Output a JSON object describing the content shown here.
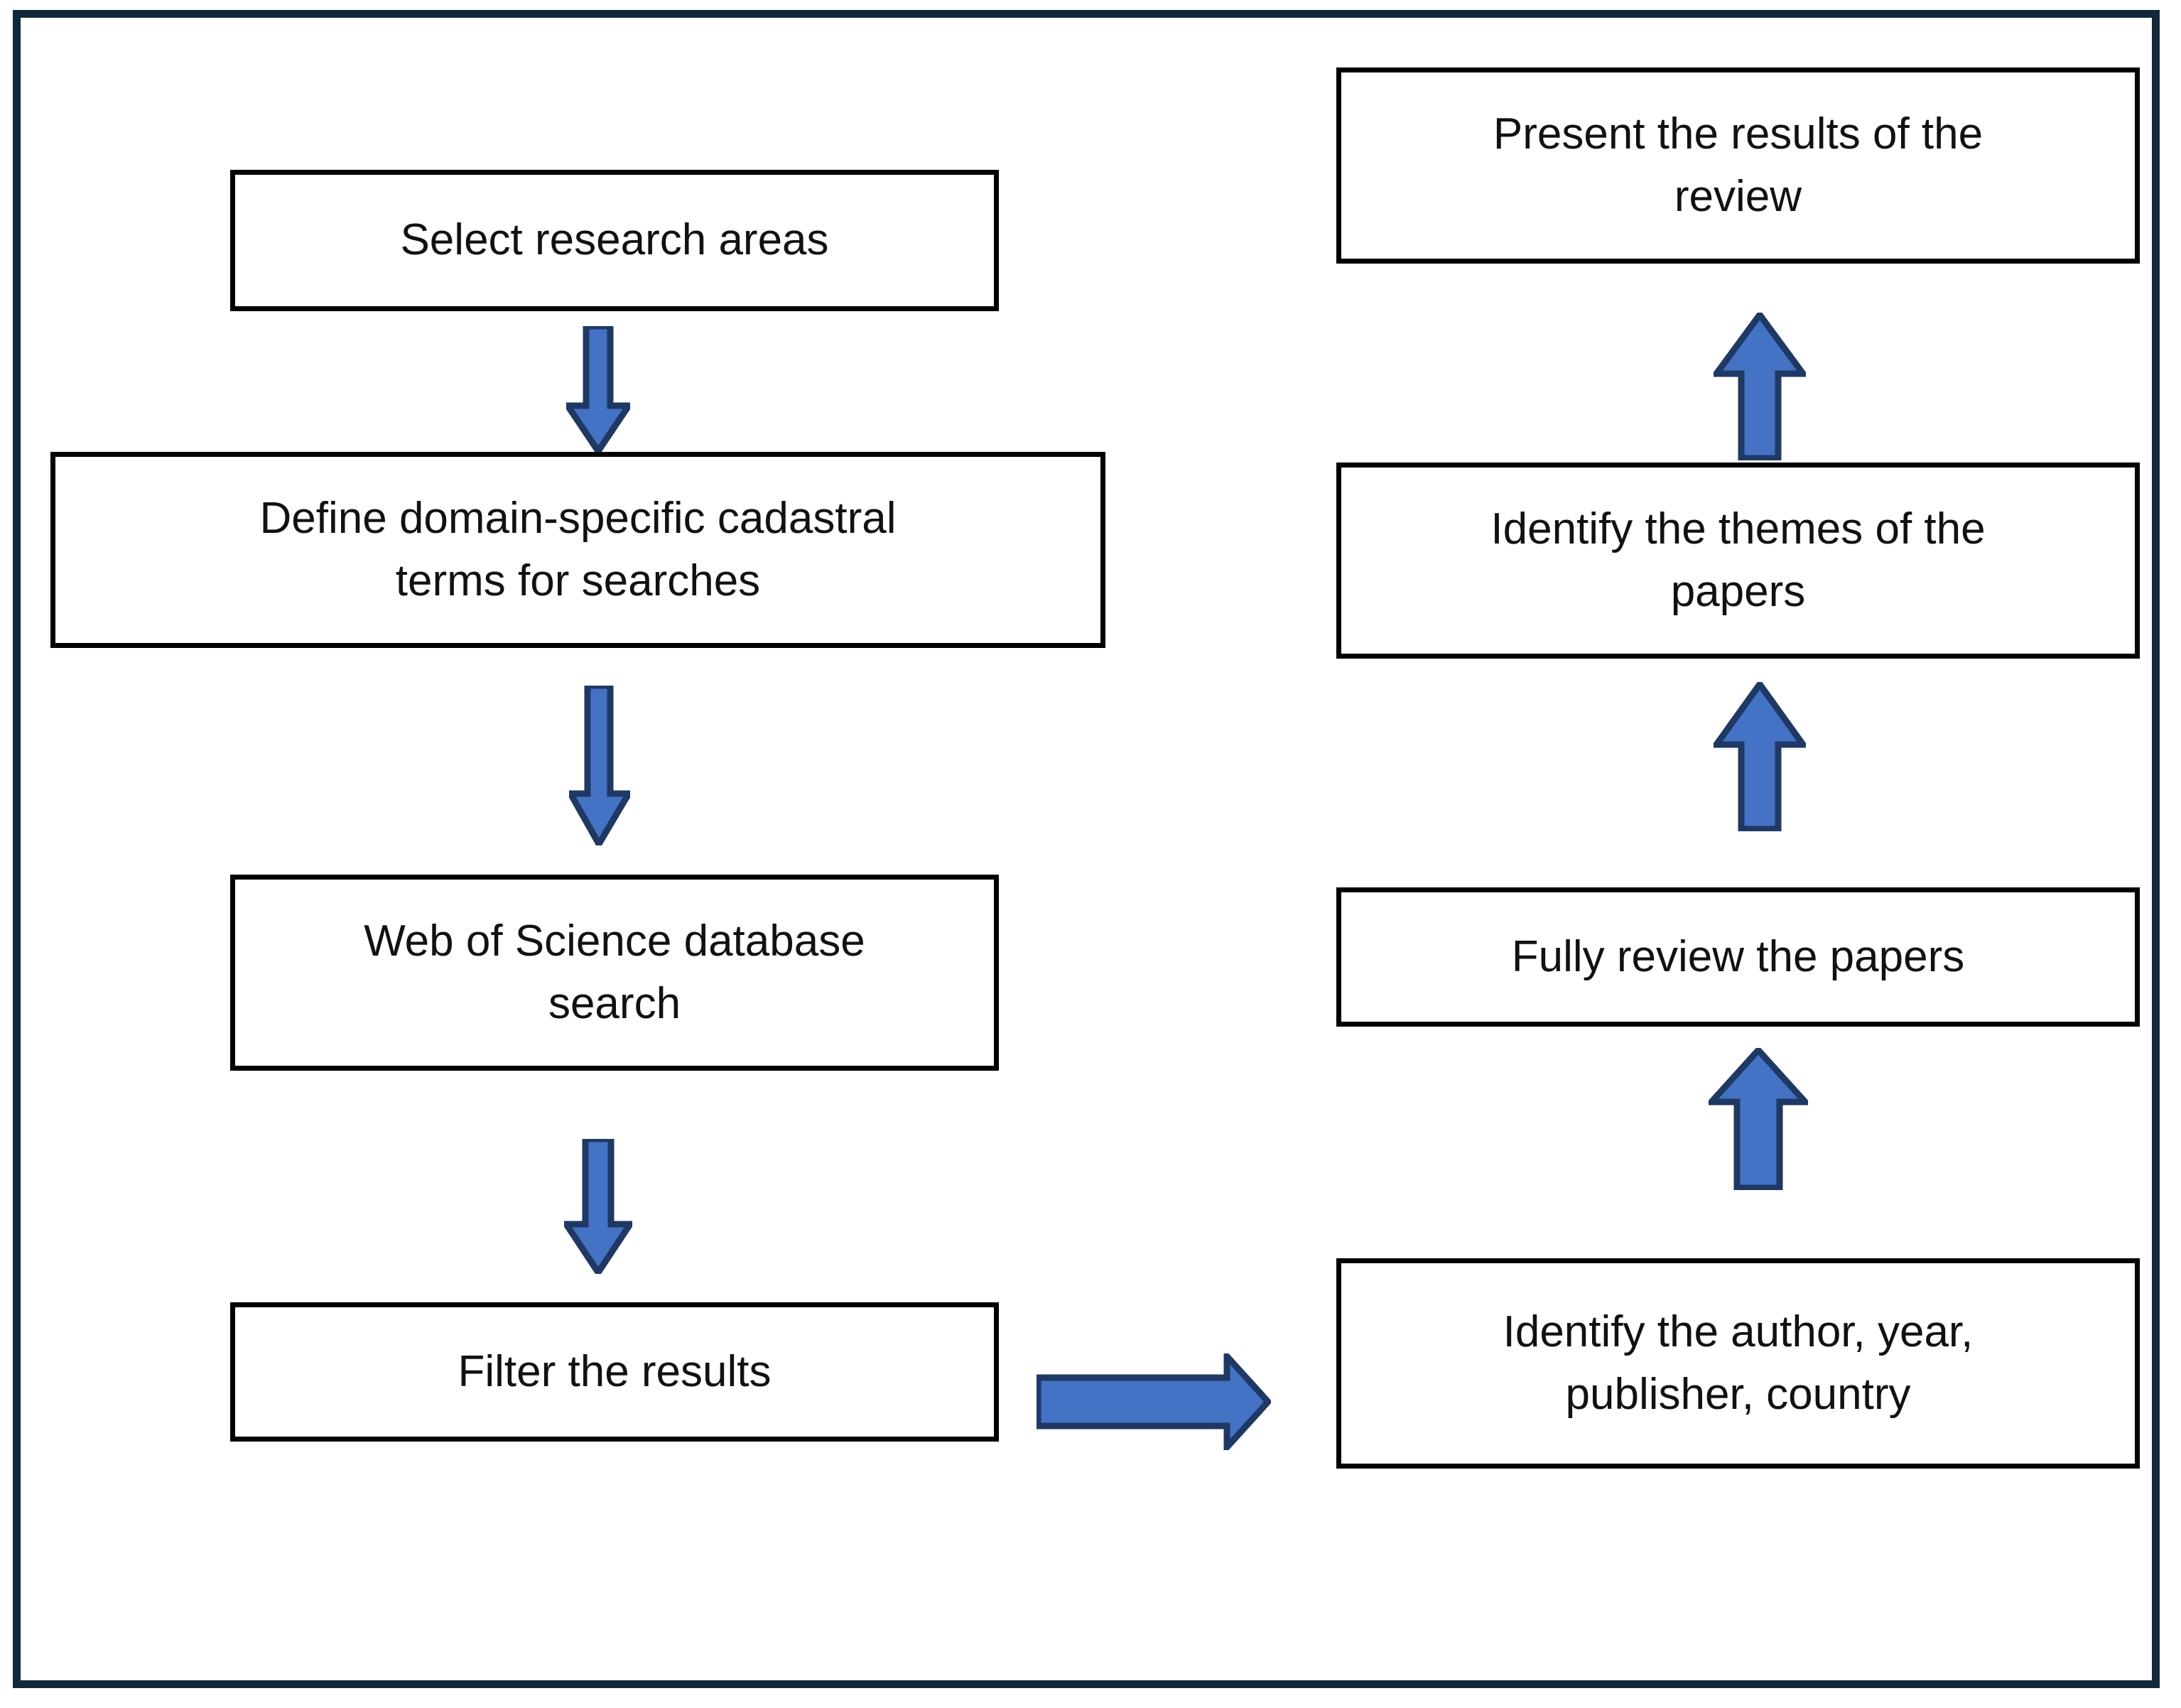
{
  "figure": {
    "kind": "flowchart",
    "orientation": "two-column-serpentine",
    "frame_color": "#11283a",
    "box_border_color": "#000000",
    "box_fill_color": "#ffffff",
    "arrow_fill_color": "#4472c4",
    "arrow_outline_color": "#1f3864",
    "text_color": "#111111"
  },
  "left_column": {
    "nodes": [
      {
        "id": "select-research-areas",
        "label": "Select research areas"
      },
      {
        "id": "define-terms",
        "label": "Define domain-specific cadastral\nterms for searches"
      },
      {
        "id": "wos-search",
        "label": "Web of Science database\nsearch"
      },
      {
        "id": "filter-results",
        "label": "Filter the results"
      }
    ]
  },
  "right_column": {
    "nodes": [
      {
        "id": "present-results",
        "label": "Present the results of the\nreview"
      },
      {
        "id": "identify-themes",
        "label": "Identify the themes of the\npapers"
      },
      {
        "id": "fully-review",
        "label": "Fully review the papers"
      },
      {
        "id": "identify-metadata",
        "label": "Identify the author, year,\npublisher, country"
      }
    ]
  },
  "connectors": [
    {
      "id": "arrow-select-to-define",
      "direction": "down",
      "from": "select-research-areas",
      "to": "define-terms"
    },
    {
      "id": "arrow-define-to-wos",
      "direction": "down",
      "from": "define-terms",
      "to": "wos-search"
    },
    {
      "id": "arrow-wos-to-filter",
      "direction": "down",
      "from": "wos-search",
      "to": "filter-results"
    },
    {
      "id": "arrow-filter-to-metadata",
      "direction": "right",
      "from": "filter-results",
      "to": "identify-metadata"
    },
    {
      "id": "arrow-metadata-to-review",
      "direction": "up",
      "from": "identify-metadata",
      "to": "fully-review"
    },
    {
      "id": "arrow-review-to-themes",
      "direction": "up",
      "from": "fully-review",
      "to": "identify-themes"
    },
    {
      "id": "arrow-themes-to-present",
      "direction": "up",
      "from": "identify-themes",
      "to": "present-results"
    }
  ]
}
